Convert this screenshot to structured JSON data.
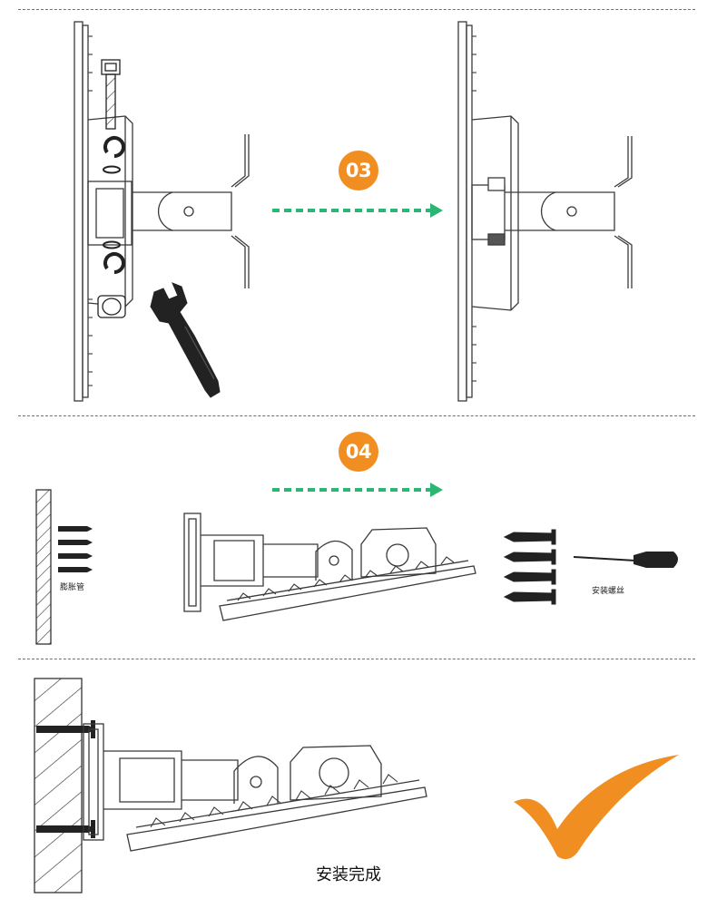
{
  "steps": {
    "step3": {
      "number": "03"
    },
    "step4": {
      "number": "04"
    }
  },
  "labels": {
    "anchor_tube": "膨胀管",
    "install_screws": "安装螺丝",
    "install_complete": "安装完成"
  },
  "colors": {
    "badge": "#f18e22",
    "arrow": "#2bb673",
    "check": "#f18e22",
    "line": "#3a3a3a"
  },
  "icons": {
    "arrow": "dashed-arrow-right",
    "check": "checkmark-icon",
    "wrench": "wrench-icon",
    "screwdriver": "screwdriver-icon"
  }
}
